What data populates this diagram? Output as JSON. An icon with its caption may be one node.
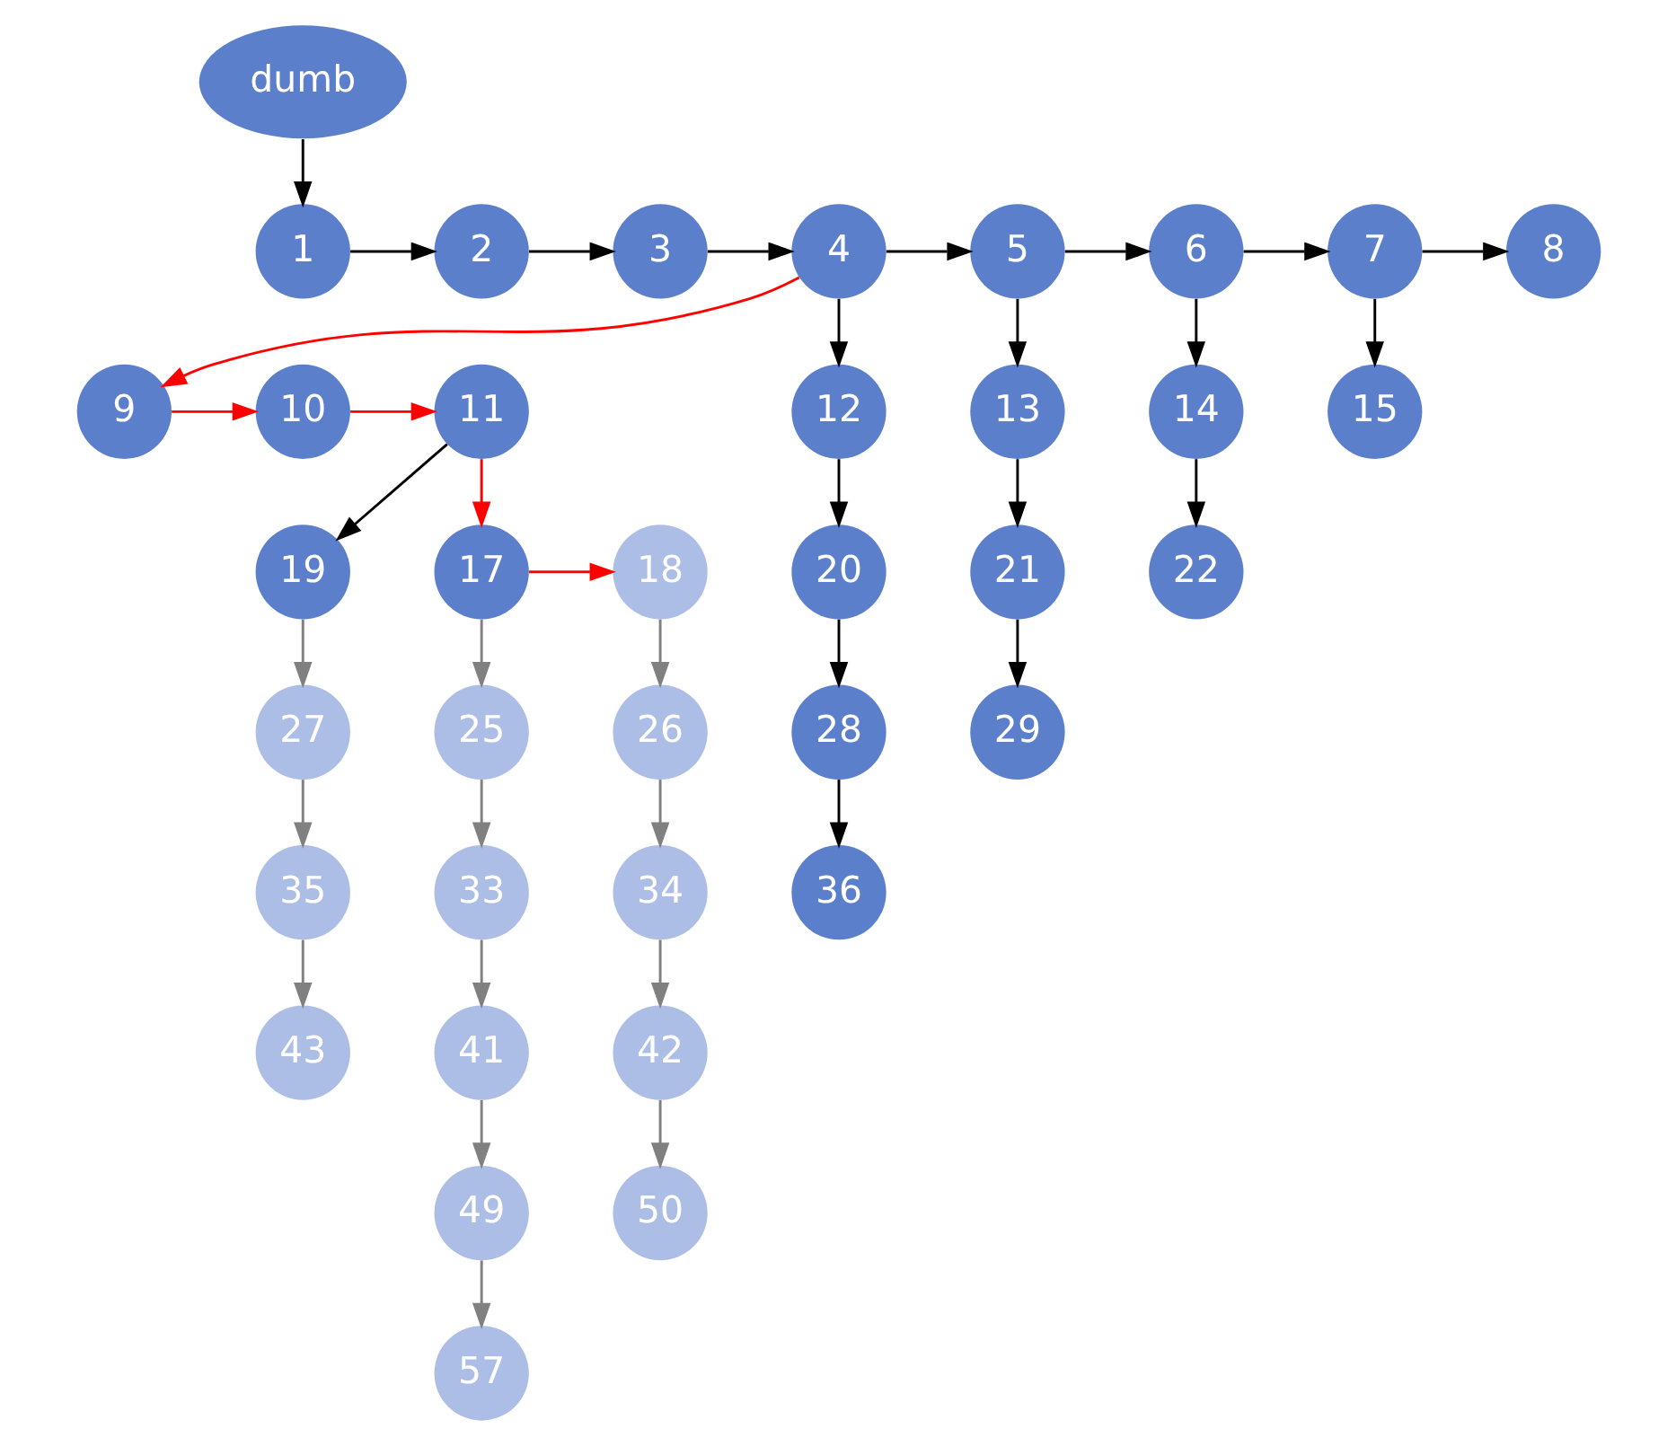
{
  "diagram": {
    "nodes": [
      {
        "text": [
          "dumb"
        ]
      },
      {
        "text": [
          "1"
        ]
      },
      {
        "text": [
          "2"
        ]
      },
      {
        "text": [
          "3"
        ]
      },
      {
        "text": [
          "4"
        ]
      },
      {
        "text": [
          "5"
        ]
      },
      {
        "text": [
          "6"
        ]
      },
      {
        "text": [
          "7"
        ]
      },
      {
        "text": [
          "8"
        ]
      },
      {
        "text": [
          "9"
        ]
      },
      {
        "text": [
          "10"
        ]
      },
      {
        "text": [
          "11"
        ]
      },
      {
        "text": [
          "12"
        ]
      },
      {
        "text": [
          "13"
        ]
      },
      {
        "text": [
          "14"
        ]
      },
      {
        "text": [
          "15"
        ]
      },
      {
        "text": [
          "17"
        ]
      },
      {
        "text": [
          "18"
        ]
      },
      {
        "text": [
          "19"
        ]
      },
      {
        "text": [
          "20"
        ]
      },
      {
        "text": [
          "21"
        ]
      },
      {
        "text": [
          "22"
        ]
      },
      {
        "text": [
          "25"
        ]
      },
      {
        "text": [
          "26"
        ]
      },
      {
        "text": [
          "27"
        ]
      },
      {
        "text": [
          "28"
        ]
      },
      {
        "text": [
          "29"
        ]
      },
      {
        "text": [
          "33"
        ]
      },
      {
        "text": [
          "34"
        ]
      },
      {
        "text": [
          "35"
        ]
      },
      {
        "text": [
          "36"
        ]
      },
      {
        "text": [
          "41"
        ]
      },
      {
        "text": [
          "42"
        ]
      },
      {
        "text": [
          "43"
        ]
      },
      {
        "text": [
          "49"
        ]
      },
      {
        "text": [
          "50"
        ]
      },
      {
        "text": [
          "57"
        ]
      }
    ],
    "edges": [
      {
        "from": 0,
        "to": 1,
        "arrow": "to"
      },
      {
        "from": 1,
        "to": 2,
        "arrow": "to"
      },
      {
        "from": 2,
        "to": 3,
        "arrow": "to"
      },
      {
        "from": 3,
        "to": 4,
        "arrow": "to"
      },
      {
        "from": 4,
        "to": 5,
        "arrow": "to"
      },
      {
        "from": 5,
        "to": 6,
        "arrow": "to"
      },
      {
        "from": 6,
        "to": 7,
        "arrow": "to"
      },
      {
        "from": 7,
        "to": 8,
        "arrow": "to"
      },
      {
        "from": 4,
        "to": 9,
        "arrow": "to",
        "color": "#ff0000"
      },
      {
        "from": 4,
        "to": 12,
        "arrow": "to"
      },
      {
        "from": 5,
        "to": 13,
        "arrow": "to"
      },
      {
        "from": 6,
        "to": 14,
        "arrow": "to"
      },
      {
        "from": 7,
        "to": 15,
        "arrow": "to"
      },
      {
        "from": 9,
        "to": 10,
        "arrow": "to",
        "color": "#ff0000"
      },
      {
        "from": 10,
        "to": 11,
        "arrow": "to",
        "color": "#ff0000"
      },
      {
        "from": 11,
        "to": 16,
        "arrow": "to",
        "color": "#ff0000"
      },
      {
        "from": 11,
        "to": 18,
        "arrow": "to"
      },
      {
        "from": 16,
        "to": 17,
        "arrow": "to",
        "color": "#ff0000"
      },
      {
        "from": 12,
        "to": 19,
        "arrow": "to"
      },
      {
        "from": 13,
        "to": 20,
        "arrow": "to"
      },
      {
        "from": 14,
        "to": 21,
        "arrow": "to"
      },
      {
        "from": 16,
        "to": 22,
        "arrow": "to",
        "color": "#808080"
      },
      {
        "from": 17,
        "to": 23,
        "arrow": "to",
        "color": "#808080"
      },
      {
        "from": 18,
        "to": 24,
        "arrow": "to",
        "color": "#808080"
      },
      {
        "from": 19,
        "to": 25,
        "arrow": "to"
      },
      {
        "from": 20,
        "to": 26,
        "arrow": "to"
      },
      {
        "from": 22,
        "to": 27,
        "arrow": "to",
        "color": "#808080"
      },
      {
        "from": 23,
        "to": 28,
        "arrow": "to",
        "color": "#808080"
      },
      {
        "from": 24,
        "to": 29,
        "arrow": "to",
        "color": "#808080"
      },
      {
        "from": 25,
        "to": 30,
        "arrow": "to"
      },
      {
        "from": 27,
        "to": 31,
        "arrow": "to",
        "color": "#808080"
      },
      {
        "from": 28,
        "to": 32,
        "arrow": "to",
        "color": "#808080"
      },
      {
        "from": 29,
        "to": 33,
        "arrow": "to",
        "color": "#808080"
      },
      {
        "from": 31,
        "to": 34,
        "arrow": "to",
        "color": "#808080"
      },
      {
        "from": 32,
        "to": 35,
        "arrow": "to",
        "color": "#808080"
      },
      {
        "from": 34,
        "to": 36,
        "arrow": "to",
        "color": "#808080"
      }
    ]
  }
}
